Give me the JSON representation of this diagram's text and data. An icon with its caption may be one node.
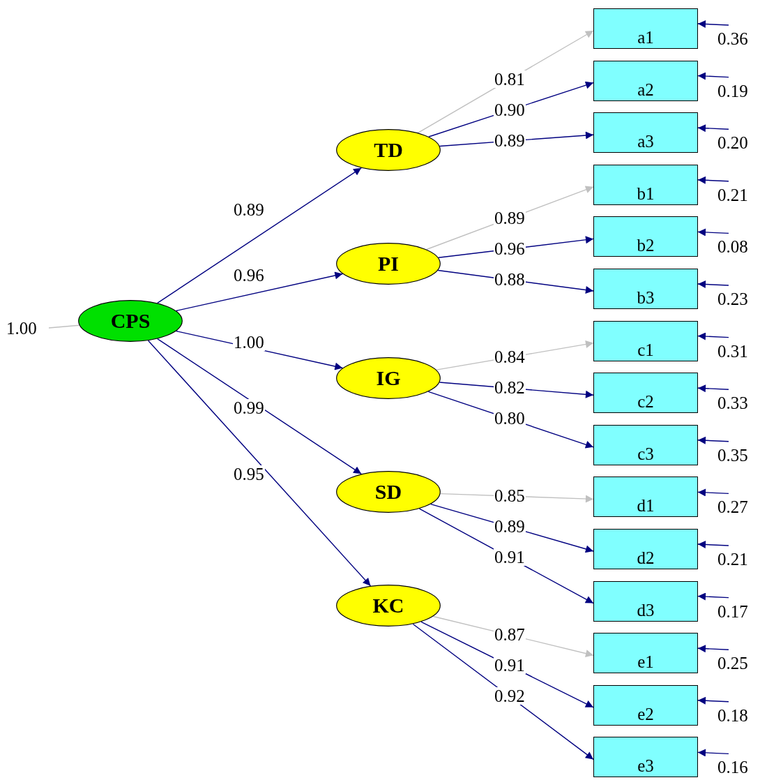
{
  "diagram": {
    "nodes": [
      {
        "text": [
          "CPS"
        ]
      },
      {
        "text": [
          "TD"
        ]
      },
      {
        "text": [
          "PI"
        ]
      },
      {
        "text": [
          "IG"
        ]
      },
      {
        "text": [
          "SD"
        ]
      },
      {
        "text": [
          "KC"
        ]
      },
      {
        "text": [
          "a1"
        ]
      },
      {
        "text": [
          "a2"
        ]
      },
      {
        "text": [
          "a3"
        ]
      },
      {
        "text": [
          "b1"
        ]
      },
      {
        "text": [
          "b2"
        ]
      },
      {
        "text": [
          "b3"
        ]
      },
      {
        "text": [
          "c1"
        ]
      },
      {
        "text": [
          "c2"
        ]
      },
      {
        "text": [
          "c3"
        ]
      },
      {
        "text": [
          "d1"
        ]
      },
      {
        "text": [
          "d2"
        ]
      },
      {
        "text": [
          "d3"
        ]
      },
      {
        "text": [
          "e1"
        ]
      },
      {
        "text": [
          "e2"
        ]
      },
      {
        "text": [
          "e3"
        ]
      }
    ],
    "edges": [
      {
        "from": 0,
        "to": 1,
        "arrow": "to",
        "label": "0.89"
      },
      {
        "from": 0,
        "to": 2,
        "arrow": "to",
        "label": "0.96"
      },
      {
        "from": 0,
        "to": 3,
        "arrow": "to",
        "label": "1.00"
      },
      {
        "from": 0,
        "to": 4,
        "arrow": "to",
        "label": "0.99"
      },
      {
        "from": 0,
        "to": 5,
        "arrow": "to",
        "label": "0.95"
      },
      {
        "from": 1,
        "to": 6,
        "arrow": "to",
        "label": "0.81",
        "color": "#c0c0c0"
      },
      {
        "from": 1,
        "to": 7,
        "arrow": "to",
        "label": "0.90"
      },
      {
        "from": 1,
        "to": 8,
        "arrow": "to",
        "label": "0.89"
      },
      {
        "from": 2,
        "to": 9,
        "arrow": "to",
        "label": "0.89",
        "color": "#c0c0c0"
      },
      {
        "from": 2,
        "to": 10,
        "arrow": "to",
        "label": "0.96"
      },
      {
        "from": 2,
        "to": 11,
        "arrow": "to",
        "label": "0.88"
      },
      {
        "from": 3,
        "to": 12,
        "arrow": "to",
        "label": "0.84",
        "color": "#c0c0c0"
      },
      {
        "from": 3,
        "to": 13,
        "arrow": "to",
        "label": "0.82"
      },
      {
        "from": 3,
        "to": 14,
        "arrow": "to",
        "label": "0.80"
      },
      {
        "from": 4,
        "to": 15,
        "arrow": "to",
        "label": "0.85",
        "color": "#c0c0c0"
      },
      {
        "from": 4,
        "to": 16,
        "arrow": "to",
        "label": "0.89"
      },
      {
        "from": 4,
        "to": 17,
        "arrow": "to",
        "label": "0.91"
      },
      {
        "from": 5,
        "to": 18,
        "arrow": "to",
        "label": "0.87",
        "color": "#c0c0c0"
      },
      {
        "from": 5,
        "to": 19,
        "arrow": "to",
        "label": "0.91"
      },
      {
        "from": 5,
        "to": 20,
        "arrow": "to",
        "label": "0.92"
      },
      {
        "from": null,
        "to": 6,
        "arrow": "to",
        "label": "0.36"
      },
      {
        "from": null,
        "to": 7,
        "arrow": "to",
        "label": "0.19"
      },
      {
        "from": null,
        "to": 8,
        "arrow": "to",
        "label": "0.20"
      },
      {
        "from": null,
        "to": 9,
        "arrow": "to",
        "label": "0.21"
      },
      {
        "from": null,
        "to": 10,
        "arrow": "to",
        "label": "0.08"
      },
      {
        "from": null,
        "to": 11,
        "arrow": "to",
        "label": "0.23"
      },
      {
        "from": null,
        "to": 12,
        "arrow": "to",
        "label": "0.31"
      },
      {
        "from": null,
        "to": 13,
        "arrow": "to",
        "label": "0.33"
      },
      {
        "from": null,
        "to": 14,
        "arrow": "to",
        "label": "0.35"
      },
      {
        "from": null,
        "to": 15,
        "arrow": "to",
        "label": "0.27"
      },
      {
        "from": null,
        "to": 16,
        "arrow": "to",
        "label": "0.21"
      },
      {
        "from": null,
        "to": 17,
        "arrow": "to",
        "label": "0.17"
      },
      {
        "from": null,
        "to": 18,
        "arrow": "to",
        "label": "0.25"
      },
      {
        "from": null,
        "to": 19,
        "arrow": "to",
        "label": "0.18"
      },
      {
        "from": null,
        "to": 20,
        "arrow": "to",
        "label": "0.16"
      },
      {
        "from": null,
        "to": 0,
        "arrow": "none",
        "label": "1.00",
        "color": "#c0c0c0"
      }
    ]
  }
}
